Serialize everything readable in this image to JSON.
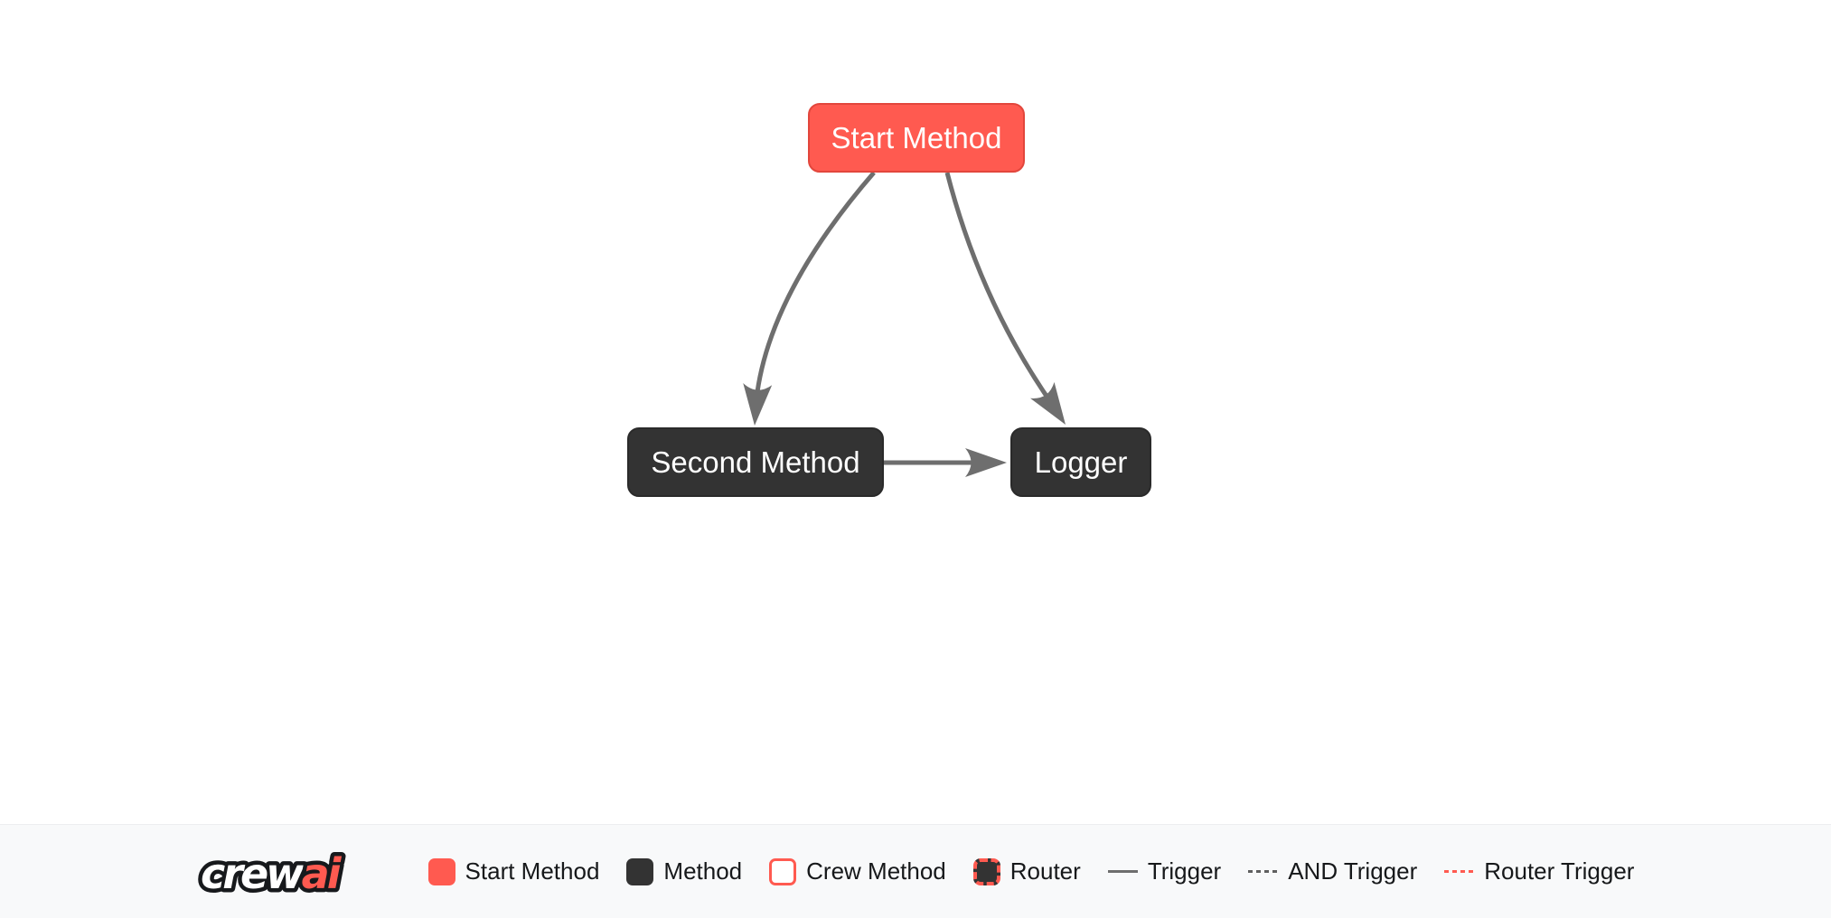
{
  "flow": {
    "nodes": [
      {
        "id": "start_method",
        "label": "Start Method",
        "type": "start-method"
      },
      {
        "id": "second_method",
        "label": "Second Method",
        "type": "method"
      },
      {
        "id": "logger",
        "label": "Logger",
        "type": "method"
      }
    ],
    "edges": [
      {
        "from": "start_method",
        "to": "second_method",
        "type": "trigger"
      },
      {
        "from": "start_method",
        "to": "logger",
        "type": "trigger"
      },
      {
        "from": "second_method",
        "to": "logger",
        "type": "trigger"
      }
    ]
  },
  "legend": {
    "logo": {
      "crew": "crew",
      "ai": "ai"
    },
    "items": [
      {
        "label": "Start Method",
        "swatch": "start-method-box"
      },
      {
        "label": "Method",
        "swatch": "method-box"
      },
      {
        "label": "Crew Method",
        "swatch": "crew-method-box"
      },
      {
        "label": "Router",
        "swatch": "router-box"
      },
      {
        "label": "Trigger",
        "swatch": "solid-line"
      },
      {
        "label": "AND Trigger",
        "swatch": "dashed-line"
      },
      {
        "label": "Router Trigger",
        "swatch": "router-dashed-line"
      }
    ]
  },
  "colors": {
    "brand_red": "#FF5A50",
    "method_dark": "#333333",
    "edge_gray": "#6E6E6E",
    "canvas_bg": "#FFFFFF",
    "legend_bg": "#F8F9FA",
    "node_text": "#FFFFFF",
    "legend_text": "#16181A"
  }
}
